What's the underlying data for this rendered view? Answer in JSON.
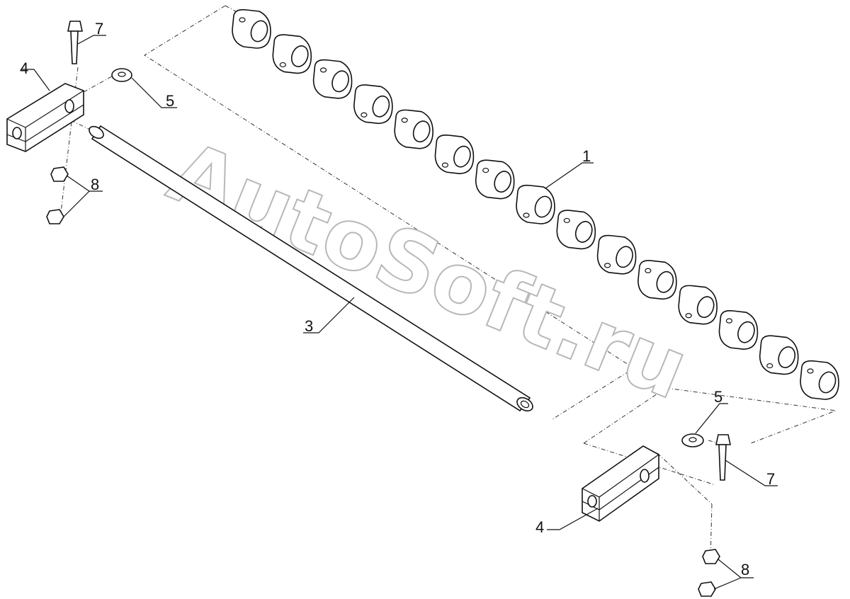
{
  "watermark": "AutoSoft.ru",
  "callouts": {
    "left_bolt": "7",
    "left_clamp": "4",
    "left_washer": "5",
    "left_nuts": "8",
    "bushing": "1",
    "shaft": "3",
    "right_washer": "5",
    "right_bolt": "7",
    "right_clamp": "4",
    "right_nuts": "8"
  }
}
